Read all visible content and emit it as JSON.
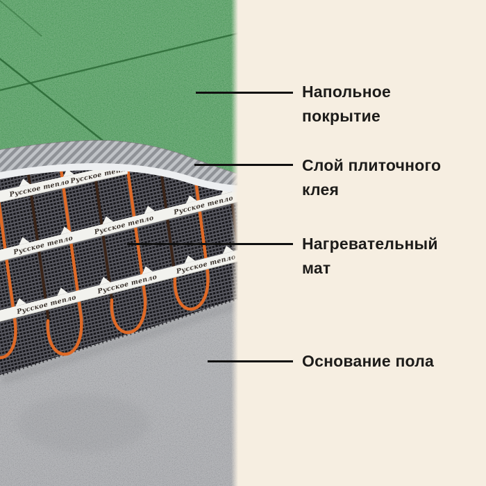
{
  "panel": {
    "background_color": "#f6eee1",
    "text_color": "#1d1c1a",
    "labels": [
      {
        "lines": [
          "Напольное",
          "покрытие"
        ]
      },
      {
        "lines": [
          "Слой плиточного",
          "клея"
        ]
      },
      {
        "lines": [
          "Нагревательный",
          "мат"
        ]
      },
      {
        "lines": [
          "Основание пола"
        ]
      }
    ]
  },
  "illustration": {
    "heating_mat_tape_text": "Русское тепло",
    "colors": {
      "tile_green": "#4a9a55",
      "grout_green": "#2b6a36",
      "adhesive_gray": "#a9adb2",
      "adhesive_edge_white": "#edeff1",
      "cable_orange": "#df6a27",
      "cable_dark": "#3a2418",
      "mesh_dark": "#17171b",
      "concrete_gray": "#9da0a3",
      "tape_white": "#f2f2ee",
      "leader_line_black": "#0f0f0f"
    }
  }
}
